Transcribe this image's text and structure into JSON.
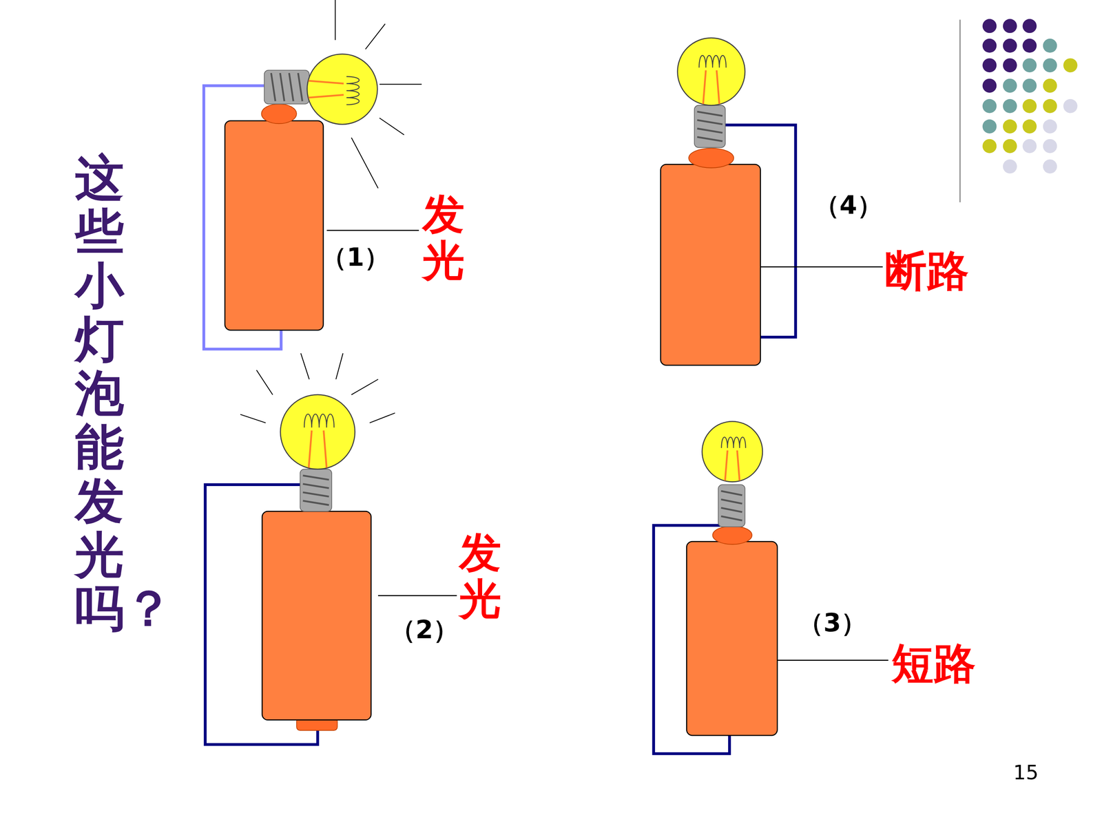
{
  "diagram": {
    "title": "这些小灯泡能发光吗？",
    "labels": [
      "（1）",
      "发光",
      "（4）",
      "断路",
      "（2）",
      "发光",
      "（3）",
      "短路",
      "15"
    ]
  }
}
